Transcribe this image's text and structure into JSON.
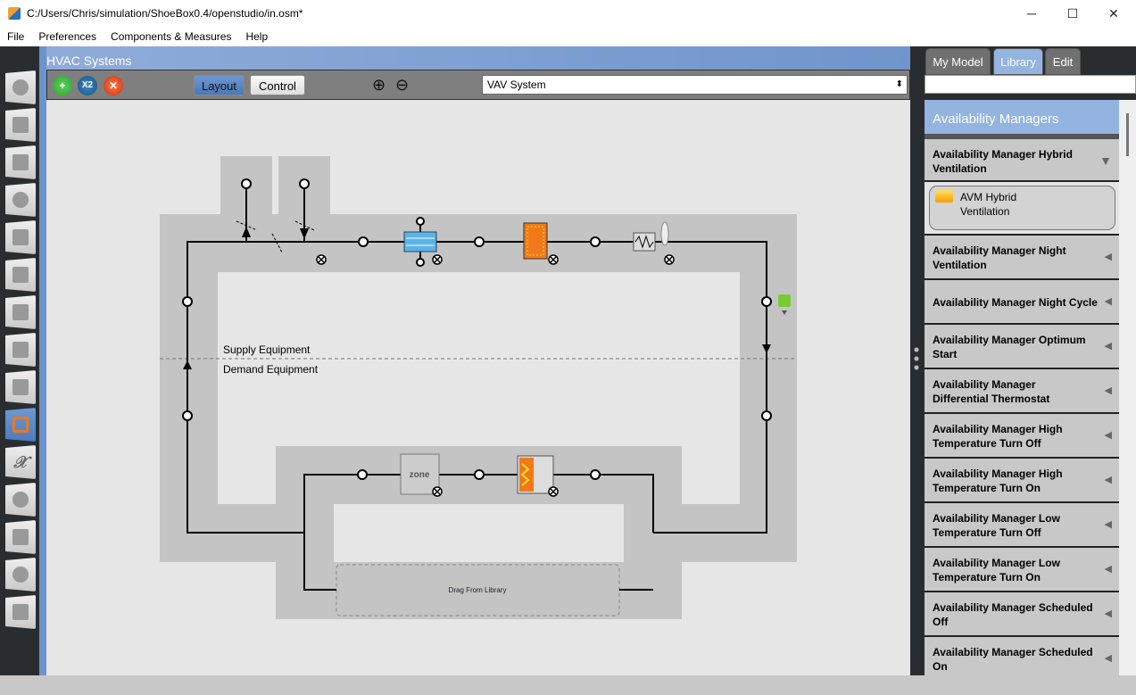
{
  "window": {
    "title": "C:/Users/Chris/simulation/ShoeBox0.4/openstudio/in.osm*",
    "minimize": "─",
    "maximize": "☐",
    "close": "✕"
  },
  "menu": [
    "File",
    "Preferences",
    "Components & Measures",
    "Help"
  ],
  "main": {
    "title": "HVAC Systems",
    "add": "+",
    "duplicate": "X2",
    "delete": "✕",
    "layout": "Layout",
    "control": "Control",
    "zoom_in": "⊕",
    "zoom_out": "⊖",
    "system": "VAV System",
    "system_arrow": "⬍"
  },
  "diagram": {
    "supply_label": "Supply Equipment",
    "demand_label": "Demand Equipment",
    "zone_label": "zone",
    "drop_label": "Drag From Library"
  },
  "right": {
    "tabs": [
      "My Model",
      "Library",
      "Edit"
    ],
    "search_value": "",
    "header": "Availability Managers",
    "expanded": {
      "label": "Availability Manager Hybrid Ventilation",
      "child": "AVM Hybrid Ventilation"
    },
    "items": [
      "Availability Manager Night Ventilation",
      "Availability Manager Night Cycle",
      "Availability Manager Optimum Start",
      "Availability Manager Differential Thermostat",
      "Availability Manager High Temperature Turn Off",
      "Availability Manager High Temperature Turn On",
      "Availability Manager Low Temperature Turn Off",
      "Availability Manager Low Temperature Turn On",
      "Availability Manager Scheduled Off",
      "Availability Manager Scheduled On"
    ]
  }
}
